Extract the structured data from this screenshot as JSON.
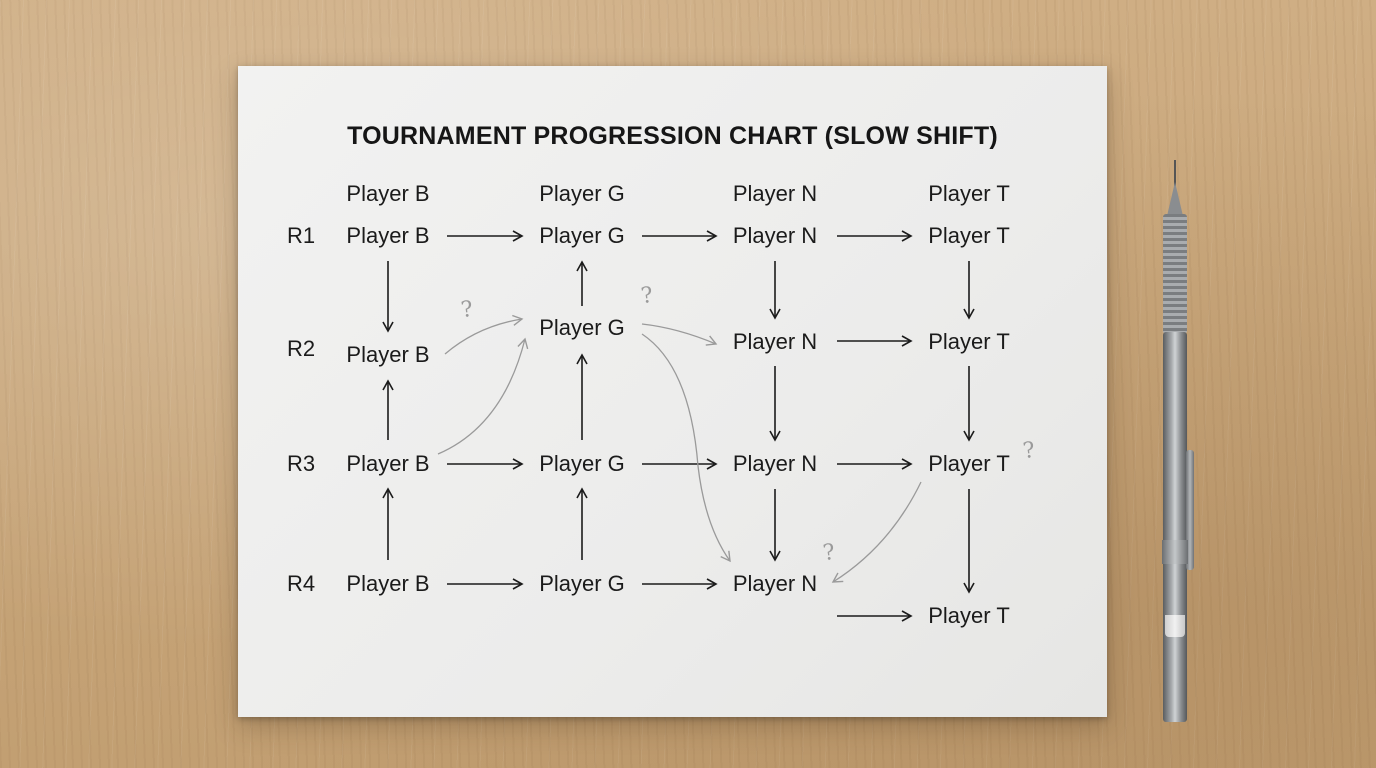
{
  "title": "TOURNAMENT PROGRESSION CHART (SLOW SHIFT)",
  "rounds": [
    "R1",
    "R2",
    "R3",
    "R4"
  ],
  "nodes": {
    "header_b": "Player B",
    "header_g": "Player G",
    "header_n": "Player N",
    "header_t": "Player T",
    "r1_b": "Player B",
    "r1_g": "Player G",
    "r1_n": "Player N",
    "r1_t": "Player T",
    "r2_b": "Player B",
    "r2_g": "Player G",
    "r2_n": "Player N",
    "r2_t": "Player T",
    "r3_b": "Player B",
    "r3_g": "Player G",
    "r3_n": "Player N",
    "r3_t": "Player T",
    "r4_b": "Player B",
    "r4_g": "Player G",
    "r4_n": "Player N",
    "r5_t": "Player T"
  },
  "question_mark": "?",
  "colors": {
    "ink": "#1b1b1b",
    "faint_ink": "#9a9a9a",
    "paper": "#eeeeed",
    "desk": "#c9a77b"
  }
}
